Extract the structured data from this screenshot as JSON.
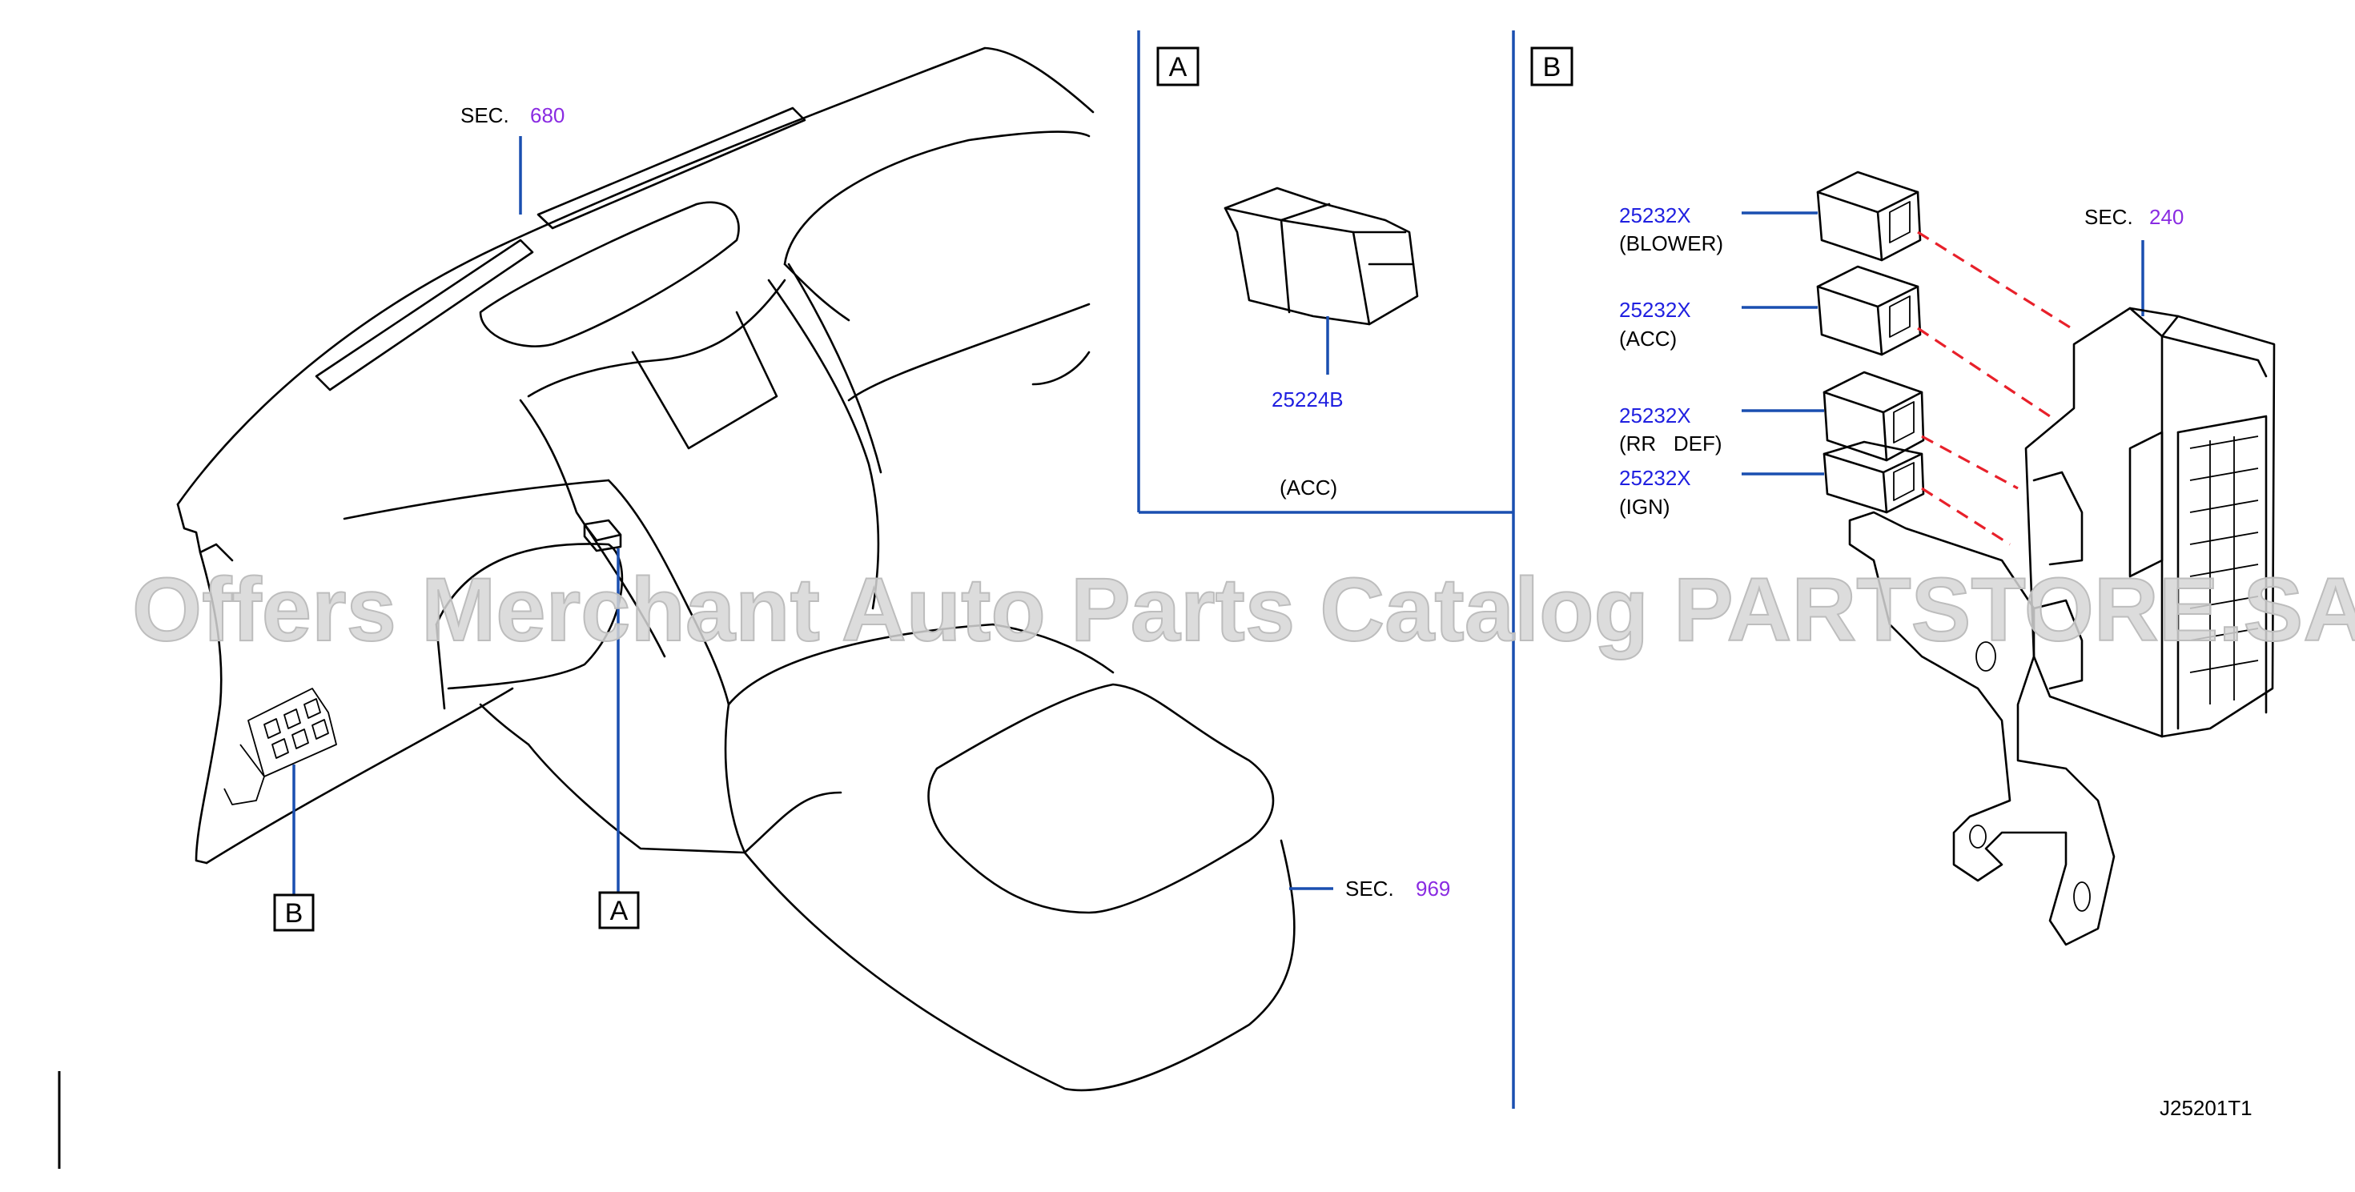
{
  "diagram": {
    "drawing_code": "J25201T1",
    "watermark": "Offers Merchant Auto Parts Catalog PARTSTORE.SA",
    "colors": {
      "part_number": "#1f1fe0",
      "section_number": "#8a2be2",
      "leader_line": "#1a4fb0",
      "dashed_line": "#e8202a"
    },
    "view_labels": {
      "a": "A",
      "b": "B"
    },
    "sections": [
      {
        "prefix": "SEC.",
        "number": "680"
      },
      {
        "prefix": "SEC.",
        "number": "969"
      },
      {
        "prefix": "SEC.",
        "number": "240"
      }
    ],
    "panel_a": {
      "part_number": "25224B",
      "caption": "(ACC)"
    },
    "panel_b": {
      "relays": [
        {
          "part_number": "25232X",
          "caption": "(BLOWER)"
        },
        {
          "part_number": "25232X",
          "caption": "(ACC)"
        },
        {
          "part_number": "25232X",
          "caption": "(RR   DEF)"
        },
        {
          "part_number": "25232X",
          "caption": "(IGN)"
        }
      ]
    }
  }
}
